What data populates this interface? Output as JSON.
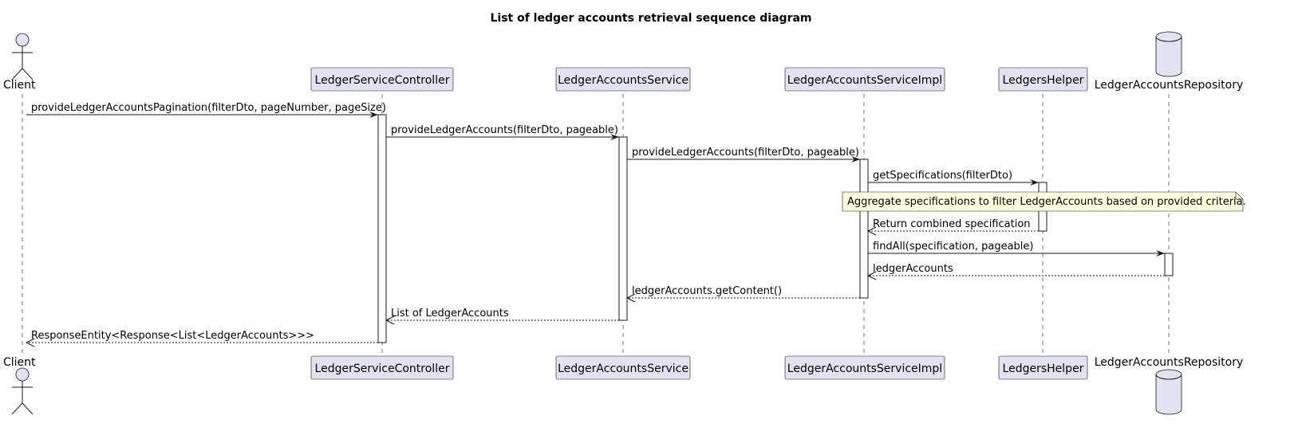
{
  "title": "List of ledger accounts retrieval sequence diagram",
  "participants": [
    {
      "id": "client",
      "label": "Client",
      "kind": "actor"
    },
    {
      "id": "controller",
      "label": "LedgerServiceController",
      "kind": "participant"
    },
    {
      "id": "service",
      "label": "LedgerAccountsService",
      "kind": "participant"
    },
    {
      "id": "impl",
      "label": "LedgerAccountsServiceImpl",
      "kind": "participant"
    },
    {
      "id": "helper",
      "label": "LedgersHelper",
      "kind": "participant"
    },
    {
      "id": "repo",
      "label": "LedgerAccountsRepository",
      "kind": "database"
    }
  ],
  "messages": [
    {
      "from": "client",
      "to": "controller",
      "label": "provideLedgerAccountsPagination(filterDto, pageNumber, pageSize)",
      "kind": "call"
    },
    {
      "from": "controller",
      "to": "service",
      "label": "provideLedgerAccounts(filterDto, pageable)",
      "kind": "call"
    },
    {
      "from": "service",
      "to": "impl",
      "label": "provideLedgerAccounts(filterDto, pageable)",
      "kind": "call"
    },
    {
      "from": "impl",
      "to": "helper",
      "label": "getSpecifications(filterDto)",
      "kind": "call"
    },
    {
      "from": "helper",
      "to": "impl",
      "label": "Return combined specification",
      "kind": "return"
    },
    {
      "from": "impl",
      "to": "repo",
      "label": "findAll(specification, pageable)",
      "kind": "call"
    },
    {
      "from": "repo",
      "to": "impl",
      "label": "ledgerAccounts",
      "kind": "return"
    },
    {
      "from": "impl",
      "to": "service",
      "label": "ledgerAccounts.getContent()",
      "kind": "return"
    },
    {
      "from": "service",
      "to": "controller",
      "label": "List of LedgerAccounts",
      "kind": "return"
    },
    {
      "from": "controller",
      "to": "client",
      "label": "ResponseEntity<Response<List<LedgerAccounts>>>",
      "kind": "return"
    }
  ],
  "note": {
    "text": "Aggregate specifications to filter LedgerAccounts based on provided criteria.",
    "over": [
      "impl",
      "helper"
    ]
  },
  "colors": {
    "participant_fill": "#E2E2F0",
    "note_fill": "#FEFFDD",
    "line": "#181818"
  }
}
